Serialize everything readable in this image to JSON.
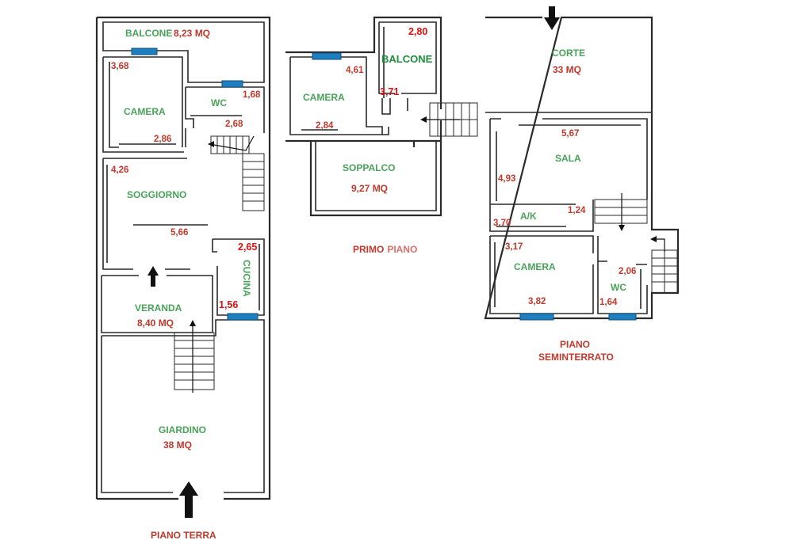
{
  "plans": {
    "terra": {
      "caption": "PIANO TERRA",
      "rooms": {
        "balcone": "BALCONE",
        "balcone_area": "8,23 MQ",
        "camera": "CAMERA",
        "wc": "WC",
        "soggiorno": "SOGGIORNO",
        "cucina": "CUCINA",
        "veranda": "VERANDA",
        "veranda_area": "8,40 MQ",
        "giardino": "GIARDINO",
        "giardino_area": "38 MQ"
      },
      "dims": {
        "camera_h": "3,68",
        "camera_w": "2,86",
        "wc_h": "1,68",
        "wc_w": "2,68",
        "soggiorno_h": "4,26",
        "soggiorno_w": "5,66",
        "cucina_h": "2,65",
        "cucina_w": "1,56"
      }
    },
    "primo": {
      "caption_a": "PRIMO",
      "caption_b": "PIANO",
      "rooms": {
        "camera": "CAMERA",
        "balcone": "BALCONE",
        "soppalco": "SOPPALCO",
        "soppalco_area": "9,27 MQ"
      },
      "dims": {
        "balcone_w": "2,80",
        "camera_h": "4,61",
        "balcone_h": "3,71",
        "camera_w": "2,84"
      }
    },
    "seminterrato": {
      "caption_line1": "PIANO",
      "caption_line2": "SEMINTERRATO",
      "rooms": {
        "corte": "CORTE",
        "corte_area": "33 MQ",
        "sala": "SALA",
        "ak": "A/K",
        "camera": "CAMERA",
        "wc": "WC"
      },
      "dims": {
        "sala_w": "5,67",
        "sala_h": "4,93",
        "ak_h": "3,70",
        "ak_w": "1,24",
        "camera_h": "3,17",
        "camera_w": "3,82",
        "wc_h": "2,06",
        "wc_w": "1,64"
      }
    }
  }
}
